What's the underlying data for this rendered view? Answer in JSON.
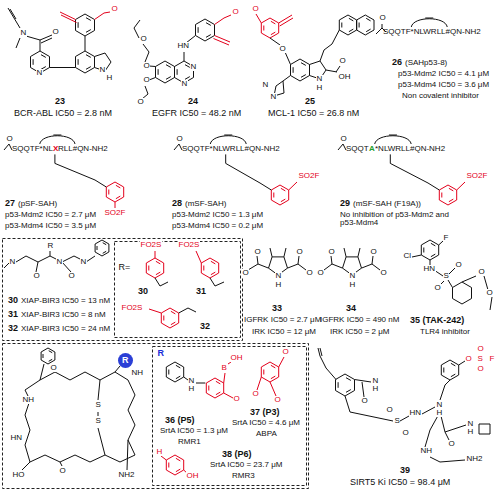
{
  "diagram": {
    "labels": [
      "23",
      "BCR-ABL IC50 = 2.8 nM",
      "N",
      "O",
      "N",
      "N",
      "H",
      "O",
      "24",
      "EGFR IC50 = 48.2 nM",
      "N",
      "N",
      "HN",
      "O",
      "O",
      "O",
      "O",
      "O",
      "25",
      "MCL-1 IC50 = 26.8 nM",
      "O",
      "N",
      "H",
      "O",
      "OH",
      "N",
      "N",
      "O",
      "O",
      "SQQTF*NLWRLL#QN-NH2",
      "26",
      "(SAHp53-8)",
      "p53-Mdm2 IC50 = 4.1 μM",
      "p53-Mdm4 IC50 = 3.6 μM",
      "Non covalent inhibitor",
      "O",
      "SQQTF*NL",
      "X",
      "RLL#QN-NH2",
      "27",
      "(pSF-SAH)",
      "p53-Mdm2 IC50 = 2.7 μM",
      "p53-Mdm4 IC50 = 3.5 μM",
      "SO2F",
      "O",
      "SQQTF*NLWRLL#QN-NH2",
      "28",
      "(mSF-SAH)",
      "p53-Mdm2 IC50 = 1.3 μM",
      "p53-Mdm4 IC50 = 0.2 μM",
      "SO2F",
      "O",
      "SQQT",
      "A",
      "*NLWRLL#QN-NH2",
      "29",
      "(mSF-SAH (F19A))",
      "No inhibition of p53-Mdm2 and p53-Mdm4",
      "SO2F",
      "N",
      "O",
      "R",
      "N",
      "O",
      "N",
      "R=",
      "FO2S",
      "30",
      "FO2S",
      "31",
      "FO2S",
      "32",
      "30",
      "XIAP-BIR3 IC50 = 13 nM",
      "31",
      "XIAP-BIR3 IC50 = 8 nM",
      "32",
      "XIAP-BIR3 IC50 = 24 nM",
      "N",
      "H",
      "O",
      "O",
      "O",
      "O",
      "33",
      "IGFRK IC50 = 2.7 μM",
      "IRK IC50 = 12 μM",
      "N",
      "H",
      "O",
      "O",
      "O",
      "O",
      "34",
      "IGFRK IC50 = 490 nM",
      "IRK IC50 = 2 μM",
      "Cl",
      "F",
      "HN",
      "S",
      "O",
      "O",
      "O",
      "O",
      "35 (TAK-242)",
      "TLR4 inhibitor",
      "R",
      "NH",
      "S",
      "S",
      "NH",
      "O",
      "HN",
      "O",
      "HO",
      "NH2",
      "R",
      "N",
      "H",
      "B",
      "OH",
      "O",
      "36 (P5)",
      "SrtA IC50 = 1.3 μM",
      "RMR1",
      "O",
      "O",
      "O",
      "37 (P3)",
      "SrtA IC50 = 4.6 μM",
      "ABPA",
      "H",
      "OH",
      "38 (P6)",
      "SrtA IC50 = 23.7 μM",
      "RMR3",
      "N",
      "H",
      "O",
      "S",
      "O",
      "O",
      "HN",
      "O",
      "S",
      "O",
      "O",
      "F",
      "N",
      "H",
      "O",
      "N",
      "H",
      "NH",
      "NH2",
      "39",
      "SIRT5 Ki IC50 = 98.4 μM"
    ]
  }
}
